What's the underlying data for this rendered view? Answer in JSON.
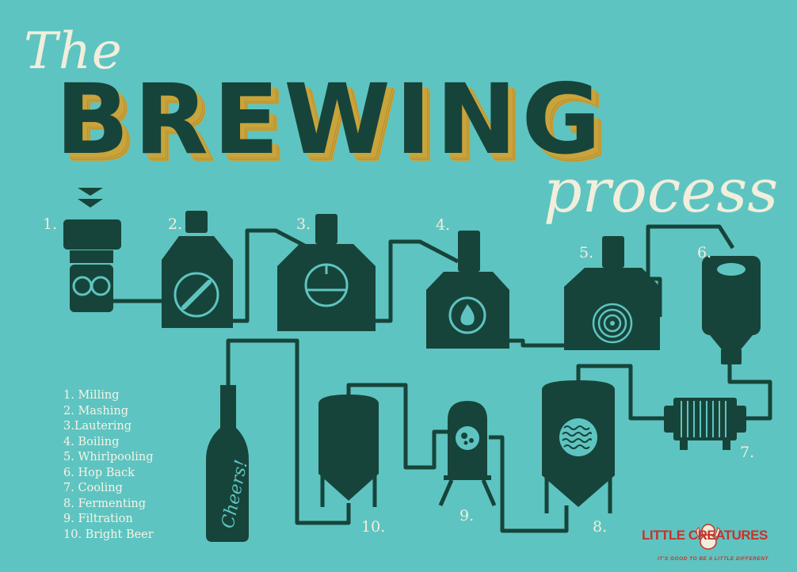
{
  "title": {
    "the": "The",
    "brewing": "BREWING",
    "process": "process"
  },
  "steps": [
    {
      "num": "1."
    },
    {
      "num": "2."
    },
    {
      "num": "3."
    },
    {
      "num": "4."
    },
    {
      "num": "5."
    },
    {
      "num": "6."
    },
    {
      "num": "7."
    },
    {
      "num": "8."
    },
    {
      "num": "9."
    },
    {
      "num": "10."
    }
  ],
  "bottle_label": "Cheers!",
  "legend": [
    "1. Milling",
    "2. Mashing",
    "3.Lautering",
    "4. Boiling",
    "5. Whirlpooling",
    "6. Hop Back",
    "7. Cooling",
    "8. Fermenting",
    "9. Filtration",
    "10. Bright Beer"
  ],
  "brand": {
    "name": "LITTLE CREATURES",
    "tagline": "IT'S GOOD TO BE A LITTLE DIFFERENT"
  },
  "colors": {
    "background": "#5ec4c1",
    "machine": "#17443a",
    "cream": "#f1eedb",
    "gold": "#c9a43a",
    "brand_red": "#c8322a"
  }
}
